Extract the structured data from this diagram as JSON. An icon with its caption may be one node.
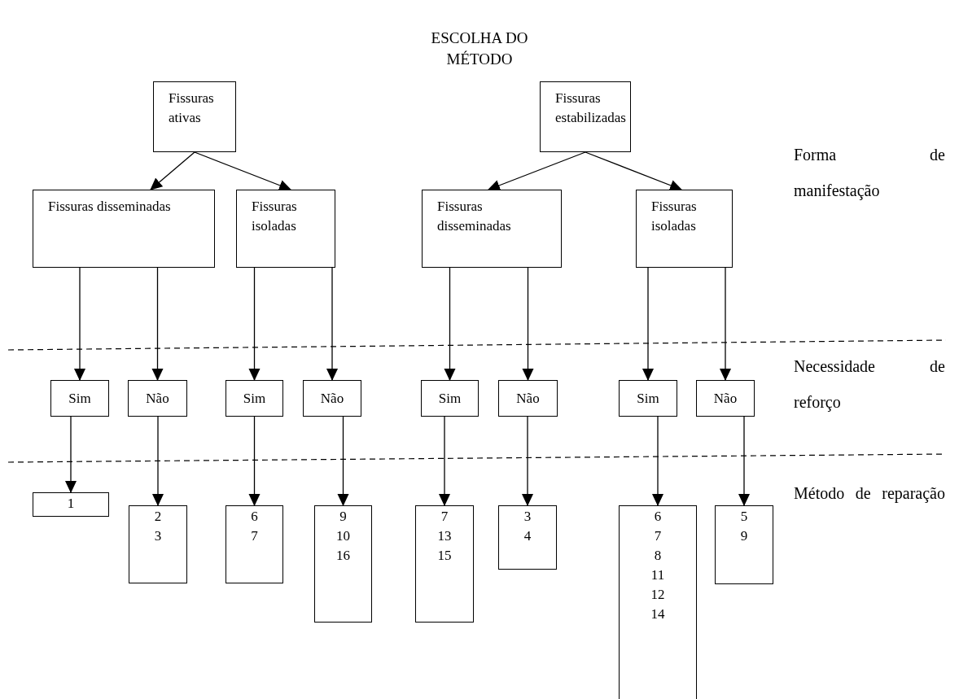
{
  "diagram": {
    "title": "ESCOLHA DO MÉTODO",
    "nodes": [
      {
        "text": [
          "Fissuras ativas"
        ]
      },
      {
        "text": [
          "Fissuras estabilizadas"
        ]
      },
      {
        "text": [
          "Fissuras disseminadas"
        ]
      },
      {
        "text": [
          "Fissuras isoladas"
        ]
      },
      {
        "text": [
          "Fissuras disseminadas"
        ]
      },
      {
        "text": [
          "Fissuras isoladas"
        ]
      },
      {
        "text": [
          "Sim"
        ]
      },
      {
        "text": [
          "Não"
        ]
      },
      {
        "text": [
          "Sim"
        ]
      },
      {
        "text": [
          "Não"
        ]
      },
      {
        "text": [
          "Sim"
        ]
      },
      {
        "text": [
          "Não"
        ]
      },
      {
        "text": [
          "Sim"
        ]
      },
      {
        "text": [
          "Não"
        ]
      },
      {
        "text": [
          "1"
        ]
      },
      {
        "text": [
          "2",
          "3"
        ]
      },
      {
        "text": [
          "6",
          "7"
        ]
      },
      {
        "text": [
          "9",
          "10",
          "16"
        ]
      },
      {
        "text": [
          "7",
          "13",
          "15"
        ]
      },
      {
        "text": [
          "3",
          "4"
        ]
      },
      {
        "text": [
          "6",
          "7",
          "8",
          "11",
          "12",
          "14"
        ]
      },
      {
        "text": [
          "5",
          "9"
        ]
      }
    ],
    "edges": [
      {
        "from": 0,
        "to": 2,
        "arrow": "to"
      },
      {
        "from": 0,
        "to": 3,
        "arrow": "to"
      },
      {
        "from": 1,
        "to": 4,
        "arrow": "to"
      },
      {
        "from": 1,
        "to": 5,
        "arrow": "to"
      },
      {
        "from": 2,
        "to": 6,
        "arrow": "to"
      },
      {
        "from": 2,
        "to": 7,
        "arrow": "to"
      },
      {
        "from": 3,
        "to": 8,
        "arrow": "to"
      },
      {
        "from": 3,
        "to": 9,
        "arrow": "to"
      },
      {
        "from": 4,
        "to": 10,
        "arrow": "to"
      },
      {
        "from": 4,
        "to": 11,
        "arrow": "to"
      },
      {
        "from": 5,
        "to": 12,
        "arrow": "to"
      },
      {
        "from": 5,
        "to": 13,
        "arrow": "to"
      },
      {
        "from": 6,
        "to": 14,
        "arrow": "to"
      },
      {
        "from": 7,
        "to": 15,
        "arrow": "to"
      },
      {
        "from": 8,
        "to": 16,
        "arrow": "to"
      },
      {
        "from": 9,
        "to": 17,
        "arrow": "to"
      },
      {
        "from": 10,
        "to": 18,
        "arrow": "to"
      },
      {
        "from": 11,
        "to": 19,
        "arrow": "to"
      },
      {
        "from": 12,
        "to": 20,
        "arrow": "to"
      },
      {
        "from": 13,
        "to": 21,
        "arrow": "to"
      }
    ],
    "labels": [
      "Forma de manifestação",
      "Necessidade de reforço",
      "Método de reparação"
    ]
  }
}
